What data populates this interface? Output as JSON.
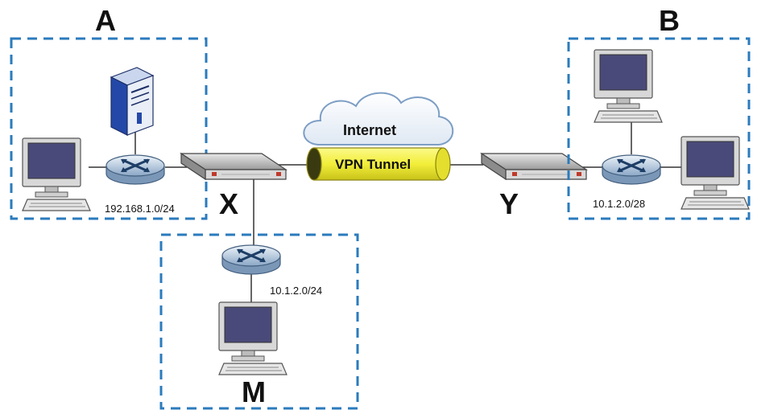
{
  "zones": {
    "a": {
      "letter": "A",
      "subnet": "192.168.1.0/24"
    },
    "b": {
      "letter": "B",
      "subnet": "10.1.2.0/28"
    },
    "m": {
      "letter": "M",
      "subnet": "10.1.2.0/24"
    }
  },
  "gateways": {
    "x": {
      "letter": "X"
    },
    "y": {
      "letter": "Y"
    }
  },
  "internet": {
    "label": "Internet"
  },
  "tunnel": {
    "label": "VPN Tunnel"
  },
  "colors": {
    "zone_border": "#2b7bbd",
    "tunnel_fill": "#f2ee3a",
    "cloud_border": "#7d9ec5",
    "monitor_screen": "#4a4a7a",
    "server_blue": "#2448a8"
  },
  "icons": [
    "computer-icon",
    "router-icon",
    "server-icon",
    "vpn-gateway-icon",
    "cloud-icon"
  ]
}
